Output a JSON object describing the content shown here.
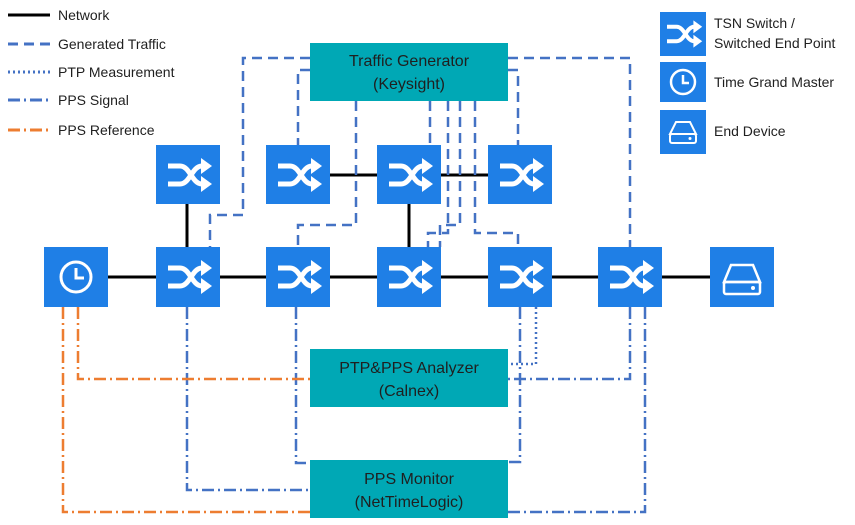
{
  "legend": {
    "network": "Network",
    "generated_traffic": "Generated Traffic",
    "ptp_measurement": "PTP Measurement",
    "pps_signal": "PPS Signal",
    "pps_reference": "PPS Reference"
  },
  "key": {
    "tsn_switch_line1": "TSN Switch /",
    "tsn_switch_line2": "Switched End Point",
    "time_grand_master": "Time Grand Master",
    "end_device": "End Device"
  },
  "boxes": {
    "traffic_generator_line1": "Traffic Generator",
    "traffic_generator_line2": "(Keysight)",
    "analyzer_line1": "PTP&PPS Analyzer",
    "analyzer_line2": "(Calnex)",
    "monitor_line1": "PPS Monitor",
    "monitor_line2": "(NetTimeLogic)"
  },
  "colors": {
    "network": "#000000",
    "blue_line": "#4472c4",
    "orange_line": "#ed7d31",
    "node": "#1f7fe6",
    "instrument_box": "#00a8b5"
  },
  "icons": {
    "switch": "shuffle-icon",
    "grandmaster": "clock-icon",
    "end_device": "hard-drive-icon"
  }
}
